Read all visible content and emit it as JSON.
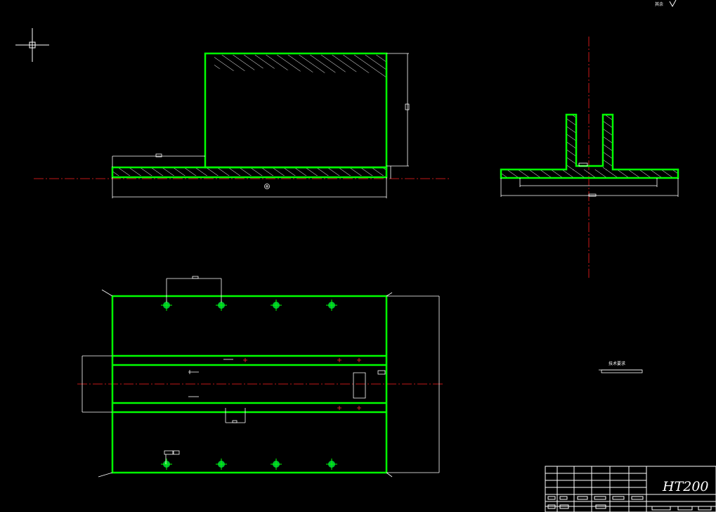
{
  "drawing": {
    "material": "HT200",
    "note": "技术要求",
    "corner_label": "其余",
    "colors": {
      "background": "#000000",
      "outline": "#00ff00",
      "dimension": "#ffffff",
      "centerline": "#ff2020",
      "hole": "#00cc33"
    }
  }
}
